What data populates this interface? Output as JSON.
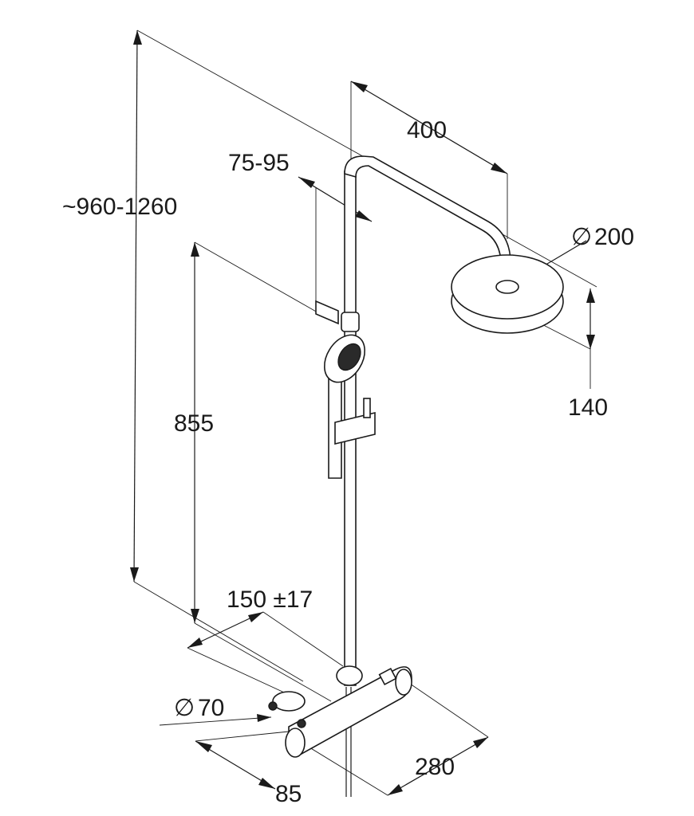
{
  "dimensions": {
    "height_range": "~960-1260",
    "head_offset": "400",
    "rail_offset": "75-95",
    "head_diameter": "200",
    "head_height": "140",
    "handshower_height": "855",
    "wall_connection": "150 ±17",
    "mixer_diameter": "70",
    "mixer_length": "280",
    "mixer_depth": "85"
  },
  "symbols": {
    "diameter": "∅"
  }
}
